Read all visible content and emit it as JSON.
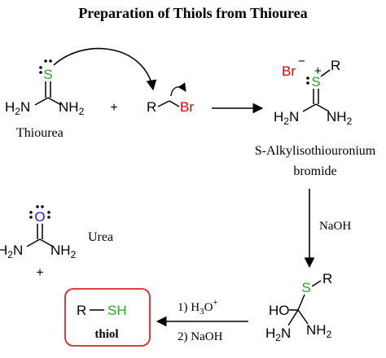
{
  "title": "Preparation of Thiols from Thiourea",
  "atoms": {
    "S": "S",
    "O": "O",
    "Br": "Br",
    "R": "R",
    "SH": "SH",
    "HO": "HO",
    "H": "H",
    "N": "N",
    "two": "2",
    "plus": "+",
    "minus": "−"
  },
  "labels": {
    "thiourea": "Thiourea",
    "isothiouronium_line1": "S-Alkylisothiouronium",
    "isothiouronium_line2": "bromide",
    "urea": "Urea",
    "thiol": "thiol",
    "reagent_naoh": "NaOH",
    "step1_prefix": "1) H",
    "step1_sub": "3",
    "step1_o": "O",
    "step1_sup": "+",
    "step2": "2) NaOH"
  },
  "colors": {
    "sulfur": "#22aa22",
    "bromine": "#dd0000",
    "oxygen": "#1a1aff",
    "thiol_box": "#d22a2a",
    "ink": "#000000"
  }
}
